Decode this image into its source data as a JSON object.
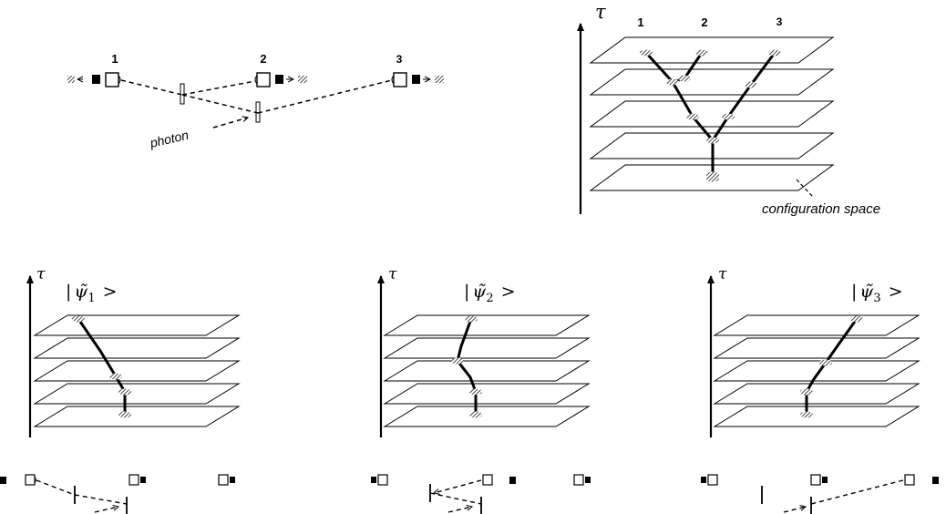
{
  "top_left": {
    "labels": [
      "1",
      "2",
      "3"
    ],
    "photon_label": "photon"
  },
  "top_right": {
    "axis_label": "τ",
    "branch_labels": [
      "1",
      "2",
      "3"
    ],
    "caption": "configuration space"
  },
  "panels": [
    {
      "axis_label": "τ",
      "state_prefix": "|",
      "state_symbol": "ψ̃",
      "state_subscript": "1",
      "state_suffix": ">"
    },
    {
      "axis_label": "τ",
      "state_prefix": "|",
      "state_symbol": "ψ̃",
      "state_subscript": "2",
      "state_suffix": ">"
    },
    {
      "axis_label": "τ",
      "state_prefix": "|",
      "state_symbol": "ψ̃",
      "state_subscript": "3",
      "state_suffix": ">"
    }
  ]
}
